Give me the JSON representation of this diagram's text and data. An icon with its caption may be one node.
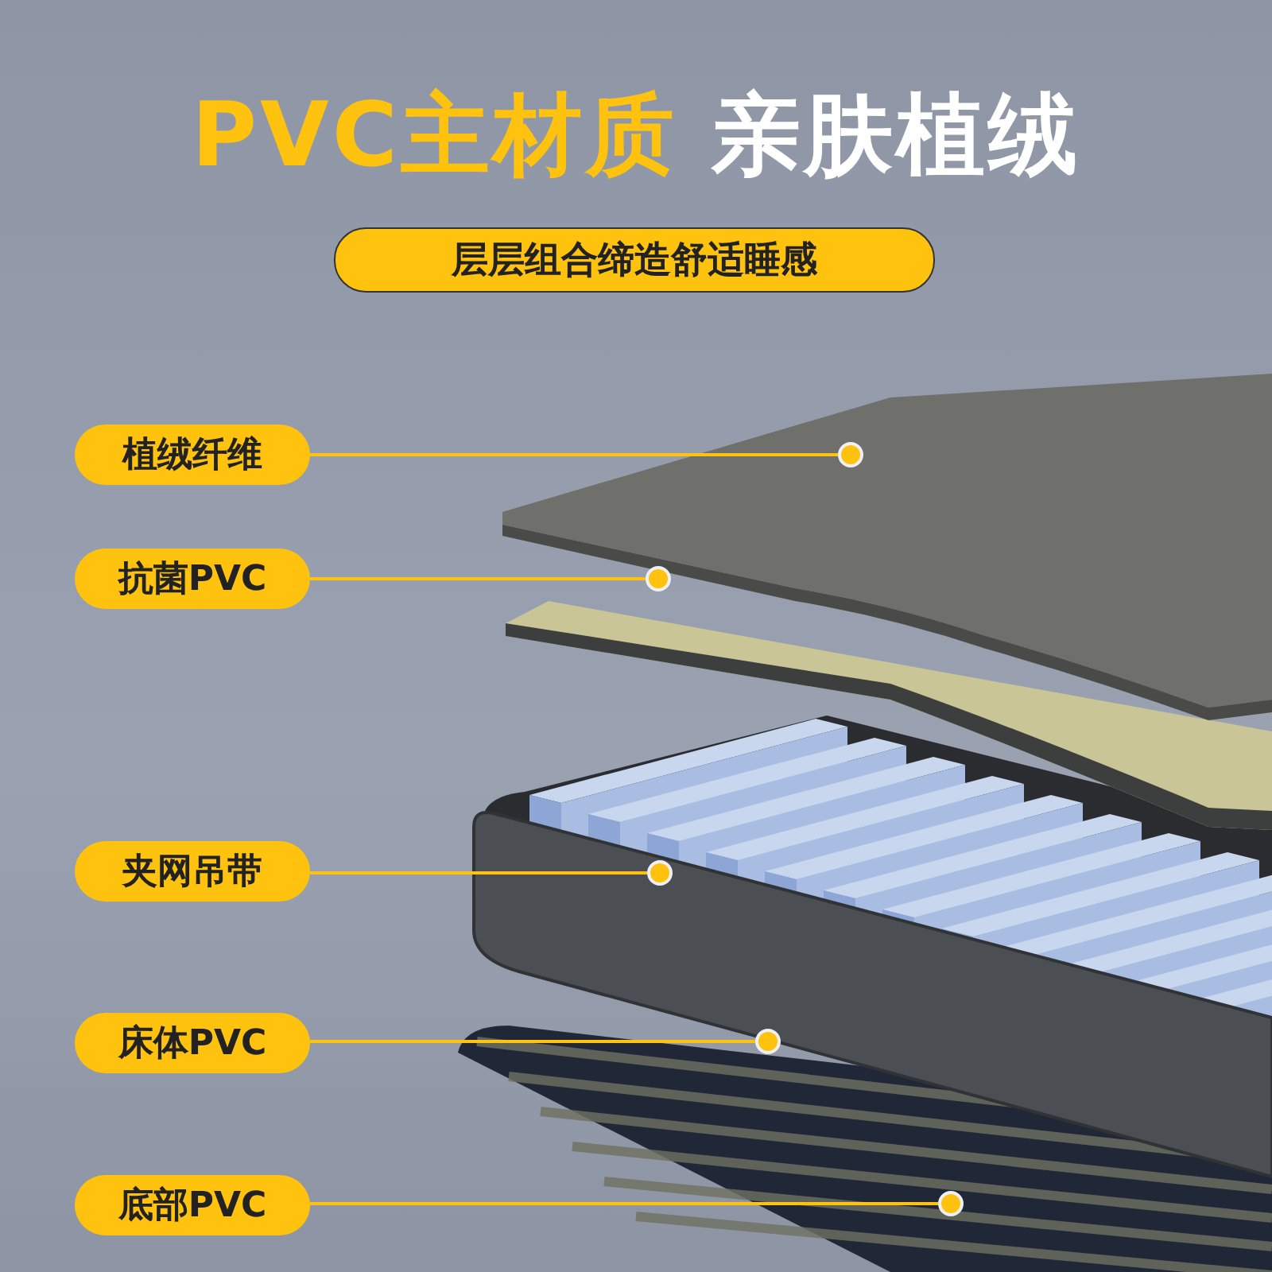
{
  "diagram": {
    "title": "PVC主材质 亲肤植绒",
    "nodes": [
      {
        "text": [
          "层层组合缔造舒适睡感"
        ]
      },
      {
        "text": [
          "植绒纤维"
        ]
      },
      {
        "text": [
          "抗菌PVC"
        ]
      },
      {
        "text": [
          "夹网吊带"
        ]
      },
      {
        "text": [
          "床体PVC"
        ]
      },
      {
        "text": [
          "底部PVC"
        ]
      },
      {
        "text": [],
        "shape": "circle"
      },
      {
        "text": [],
        "shape": "circle"
      },
      {
        "text": [],
        "shape": "circle"
      },
      {
        "text": [],
        "shape": "circle"
      },
      {
        "text": [],
        "shape": "circle"
      }
    ],
    "edges": [
      {
        "from": 1,
        "to": 6,
        "arrow": "none"
      },
      {
        "from": 2,
        "to": 7,
        "arrow": "none"
      },
      {
        "from": 3,
        "to": 8,
        "arrow": "none"
      },
      {
        "from": 4,
        "to": 9,
        "arrow": "none"
      },
      {
        "from": 5,
        "to": 10,
        "arrow": "none"
      }
    ]
  }
}
